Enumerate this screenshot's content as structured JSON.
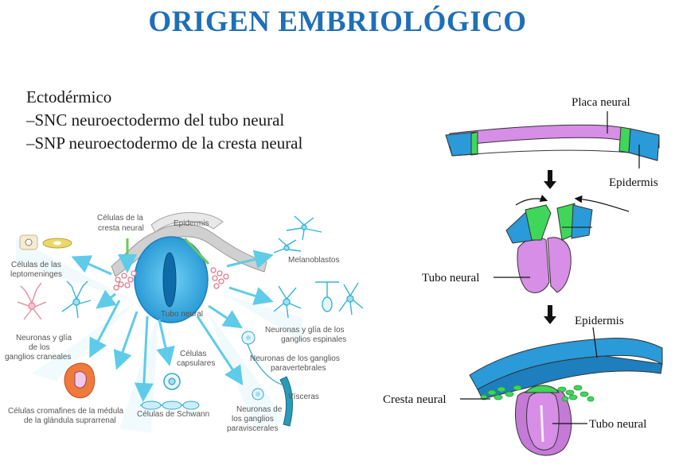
{
  "title": "ORIGEN EMBRIOLÓGICO",
  "bullets": [
    "Ectodérmico",
    "–SNC neuroectodermo del tubo neural",
    "–SNP neuroectodermo de la cresta neural"
  ],
  "left_diagram": {
    "epidermis": "Epidermis",
    "tubo_neural": "Tubo neural",
    "crest_cells": [
      "Células de la",
      "cresta neural"
    ],
    "leptomeninges": [
      "Células de las",
      "leptomeninges"
    ],
    "cranial": [
      "Neuronas y glía",
      "de los",
      "ganglios craneales"
    ],
    "chromaffin": [
      "Células cromafines de la médula",
      "de la glándula suprarrenal"
    ],
    "schwann": "Células de Schwann",
    "capsular": [
      "Células",
      "capsulares"
    ],
    "paravisceral": [
      "Neuronas de",
      "los ganglios",
      "paraviscerales"
    ],
    "visceras": "Vísceras",
    "paravertebral": [
      "Neuronas de los ganglios",
      "paravertebrales"
    ],
    "spinal": [
      "Neuronas y glía de los",
      "ganglios espinales"
    ],
    "melanoblasts": "Melanoblastos"
  },
  "right_diagram": {
    "placa_neural": "Placa neural",
    "epidermis_1": "Epidermis",
    "tubo_neural_1": "Tubo neural",
    "epidermis_2": "Epidermis",
    "cresta_neural": "Cresta neural",
    "tubo_neural_2": "Tubo neural"
  },
  "colors": {
    "title": "#1f6fb8",
    "ectoderm_blue": "#2a9ad8",
    "neural_purple": "#d68ee6",
    "crest_green": "#3fd65a",
    "arrow_cyan": "#5ecbe8"
  }
}
